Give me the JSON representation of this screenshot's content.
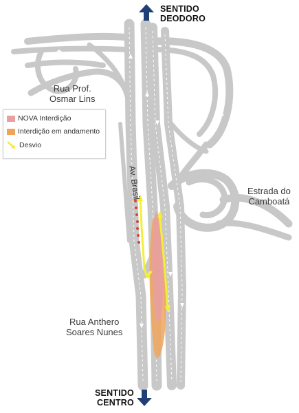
{
  "labels": {
    "sentido_deodoro": "SENTIDO\nDEODORO",
    "sentido_centro": "SENTIDO\nCENTRO",
    "rua_osmar_lins": "Rua Prof.\nOsmar Lins",
    "av_brasil": "Av. Brasil",
    "estrada_camboata": "Estrada do\nCamboatá",
    "rua_anthero": "Rua Anthero\nSoares Nunes"
  },
  "legend": {
    "items": [
      {
        "label": "NOVA Interdição",
        "color": "#e8a0a0"
      },
      {
        "label": "Interdição em andamento",
        "color": "#f0a45a"
      },
      {
        "label": "Desvio",
        "color": "#f2ee3a"
      }
    ]
  },
  "colors": {
    "road": "#c8c8c8",
    "lane_line": "#ffffff",
    "arrow_fill": "#1e3f78",
    "new_closure": "#e8a0a0",
    "ongoing_closure": "#f0a45a",
    "detour": "#f2ee3a",
    "closure_dots": "#d8442a"
  }
}
